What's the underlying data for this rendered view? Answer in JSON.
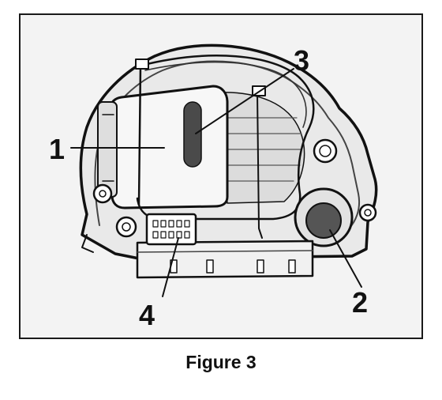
{
  "figure": {
    "caption": "Figure 3",
    "callouts": {
      "one": "1",
      "two": "2",
      "three": "3",
      "four": "4"
    }
  }
}
